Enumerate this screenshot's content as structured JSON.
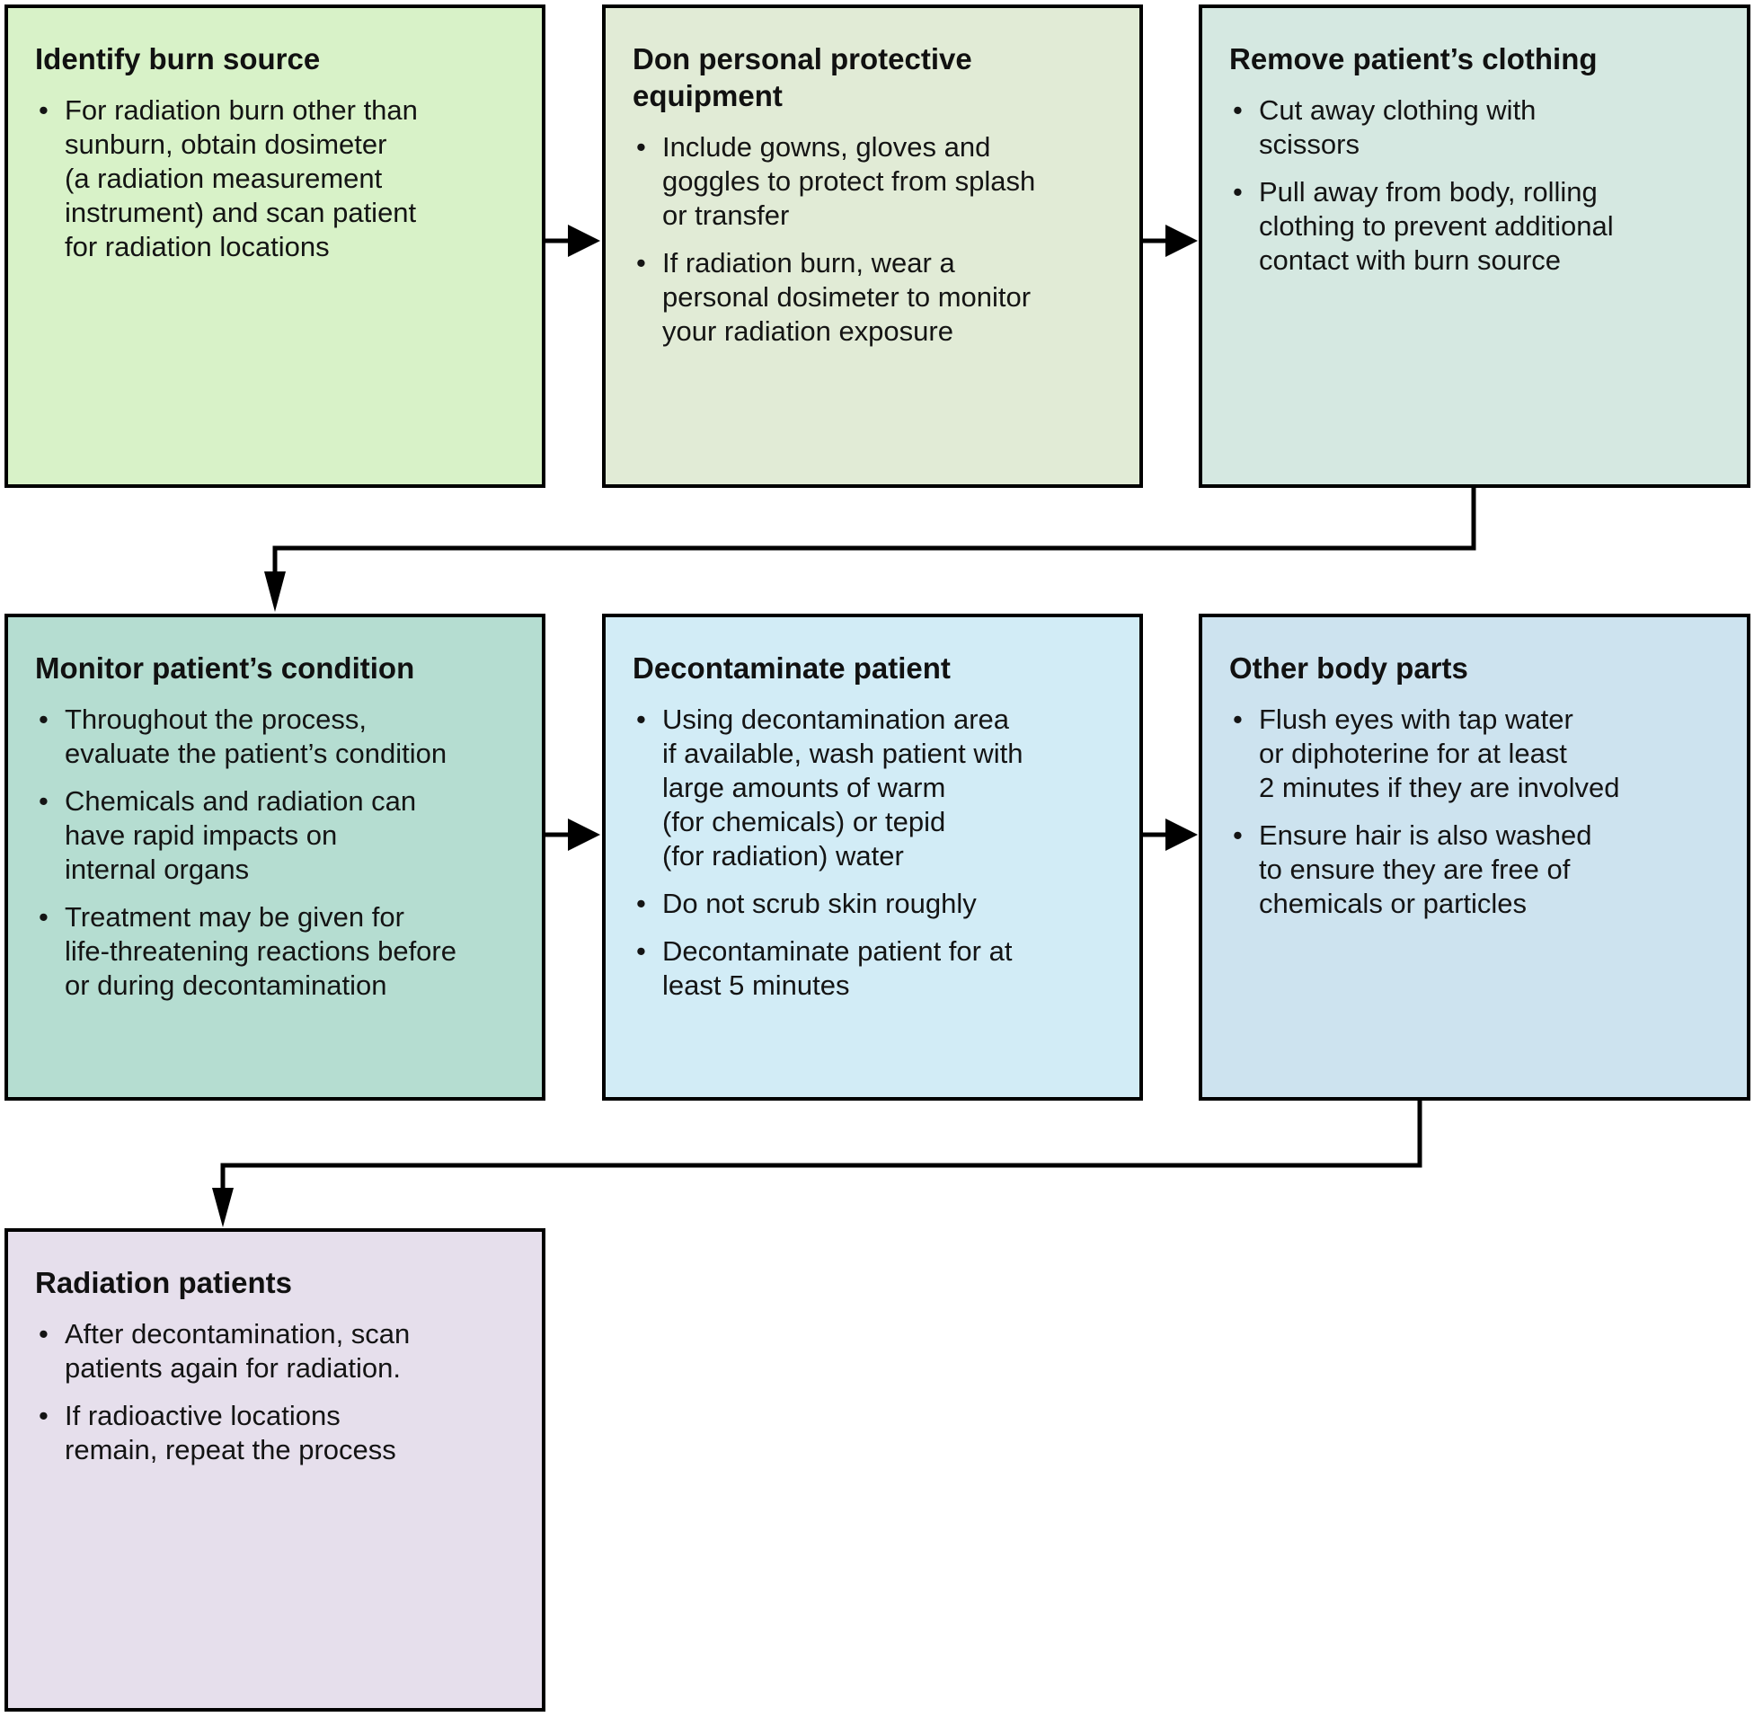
{
  "page": {
    "background_color": "#ffffff",
    "connector_color": "#000000",
    "text_color": "#141414"
  },
  "flowchart": {
    "boxes": [
      {
        "title": "Identify burn source",
        "bg": "#d8f2c8",
        "bullets": [
          "For radiation burn other than\nsunburn, obtain dosimeter\n(a radiation measurement\ninstrument) and scan patient\nfor radiation locations"
        ]
      },
      {
        "title": "Don personal protective\nequipment",
        "bg": "#e1ebd6",
        "bullets": [
          "Include gowns, gloves and\ngoggles to protect from splash\nor transfer",
          "If radiation burn, wear a\npersonal dosimeter to monitor\nyour radiation exposure"
        ]
      },
      {
        "title": "Remove patient’s clothing",
        "bg": "#d5e8e1",
        "bullets": [
          "Cut away clothing with\nscissors",
          "Pull away from body, rolling\nclothing to prevent additional\ncontact with burn source"
        ]
      },
      {
        "title": "Monitor patient’s condition",
        "bg": "#b5ddd1",
        "bullets": [
          "Throughout the process,\nevaluate the patient’s condition",
          "Chemicals and radiation can\nhave rapid impacts on\ninternal organs",
          "Treatment may be given for\nlife-threatening reactions before\nor during decontamination"
        ]
      },
      {
        "title": "Decontaminate patient",
        "bg": "#d2ecf6",
        "bullets": [
          "Using decontamination area\nif available, wash patient with\nlarge amounts of warm\n(for chemicals) or tepid\n(for radiation) water",
          "Do not scrub skin roughly",
          "Decontaminate patient for at\nleast 5 minutes"
        ]
      },
      {
        "title": "Other body parts",
        "bg": "#cde3ef",
        "bullets": [
          "Flush eyes with tap water\nor diphoterine for at least\n2 minutes if they are involved",
          "Ensure hair is also washed\nto ensure they are free of\nchemicals or particles"
        ]
      },
      {
        "title": "Radiation patients",
        "bg": "#e6dfec",
        "bullets": [
          "After decontamination, scan\npatients again for radiation.",
          "If radioactive locations\nremain, repeat the process"
        ]
      }
    ]
  }
}
